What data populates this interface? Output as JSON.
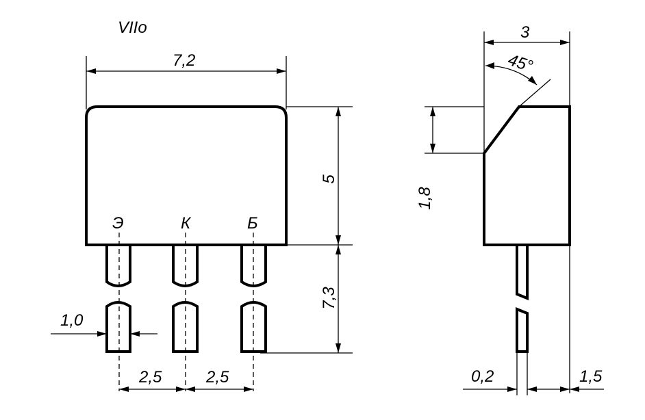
{
  "drawing": {
    "package_code": "VIIo",
    "front_view": {
      "width_dim": "7,2",
      "height_dim": "5",
      "lead_length_dim": "7,3",
      "lead_width_dim": "1,0",
      "pitch_left_dim": "2,5",
      "pitch_right_dim": "2,5",
      "pin_labels": [
        "Э",
        "К",
        "Б"
      ]
    },
    "side_view": {
      "depth_dim": "3",
      "angle_dim": "45°",
      "chamfer_dim": "1,8",
      "lead_thickness_dim": "0,2",
      "lead_offset_dim": "1,5"
    }
  }
}
